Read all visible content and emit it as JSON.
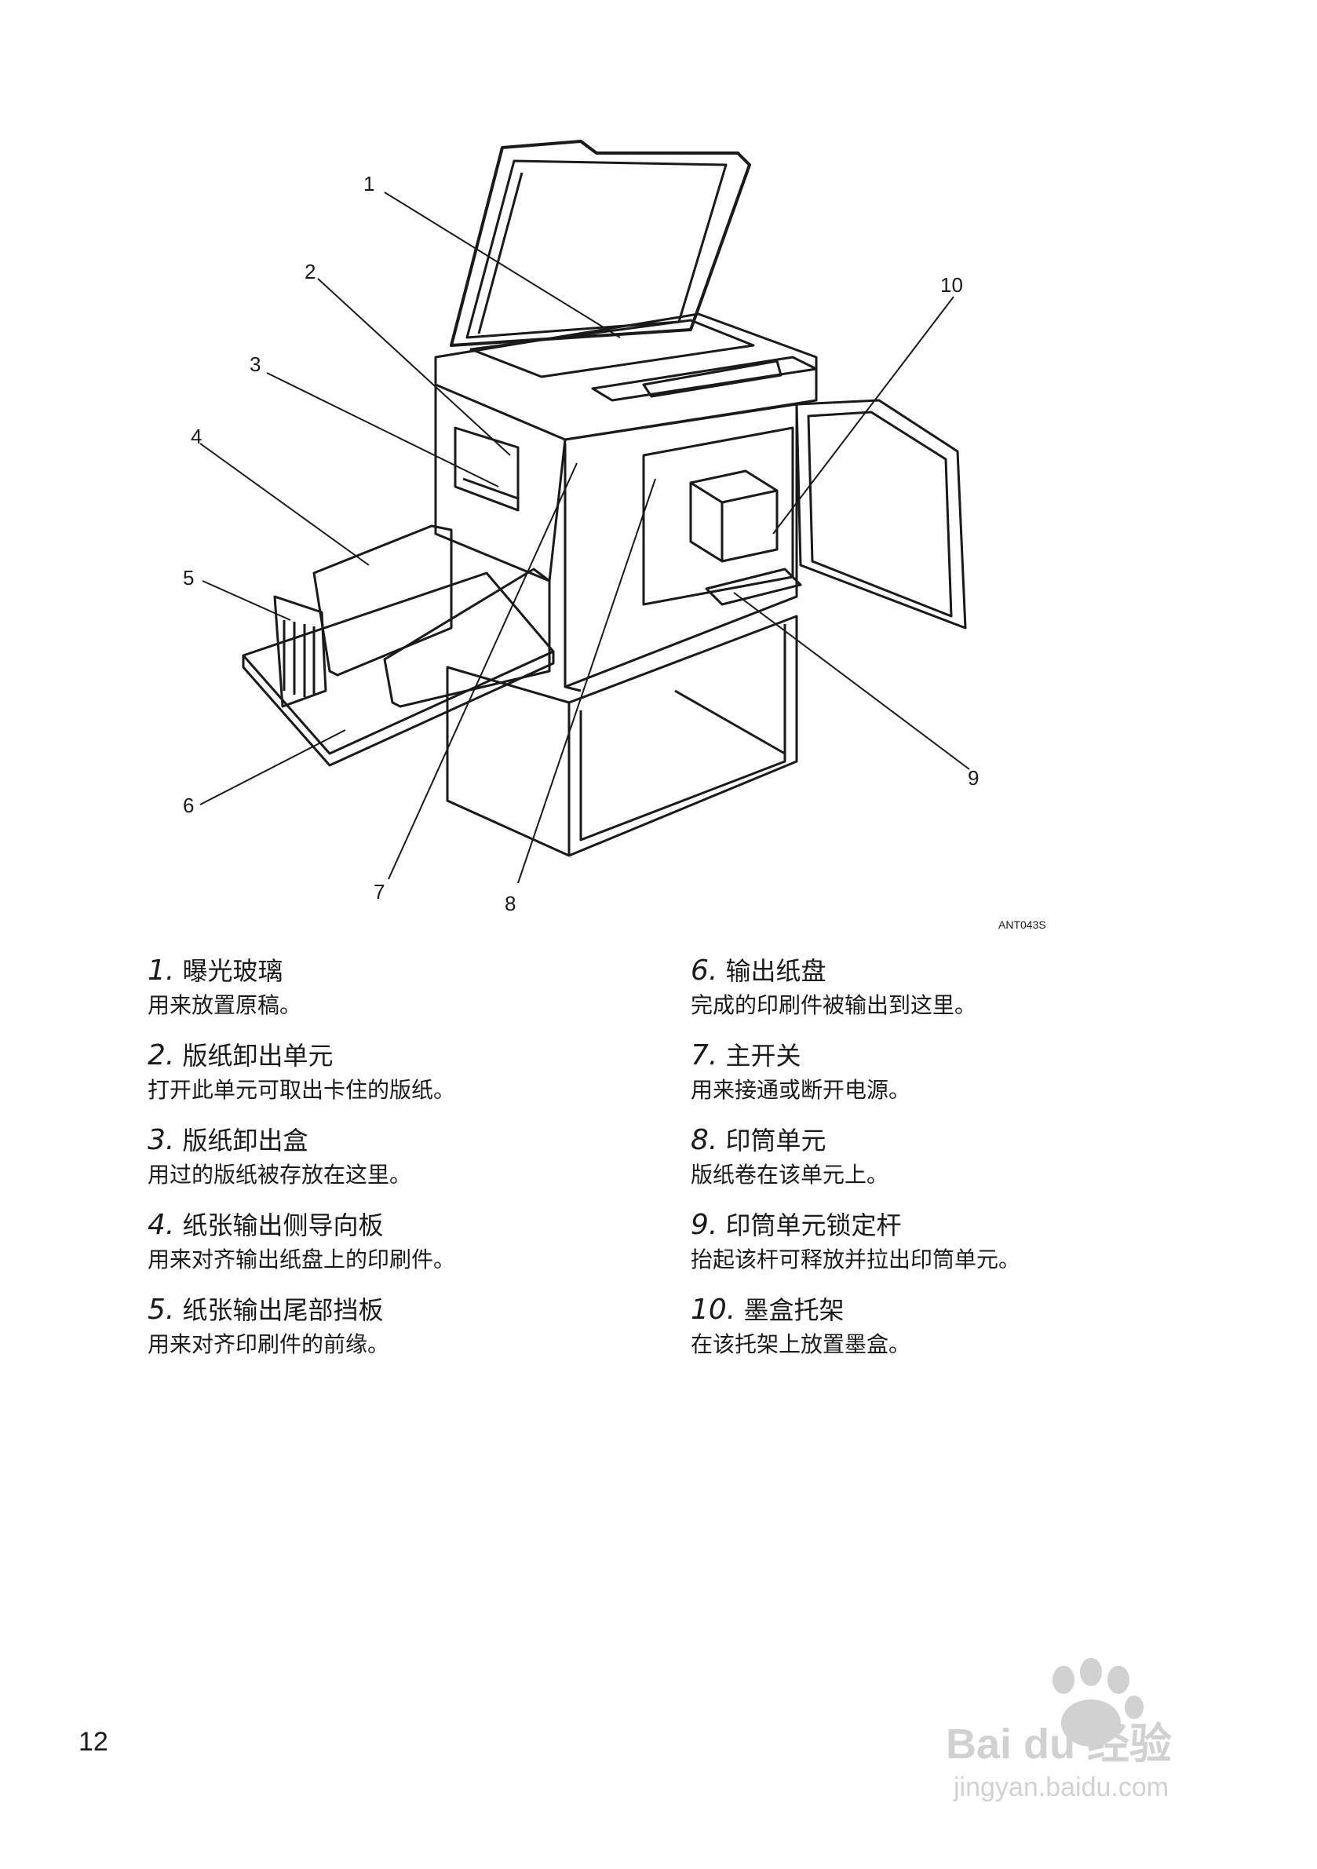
{
  "figure": {
    "callouts": [
      "1",
      "2",
      "3",
      "4",
      "5",
      "6",
      "7",
      "8",
      "9",
      "10"
    ],
    "figure_id": "ANT043S"
  },
  "items_left": [
    {
      "num": "1.",
      "title": "曝光玻璃",
      "desc": "用来放置原稿。"
    },
    {
      "num": "2.",
      "title": "版纸卸出单元",
      "desc": "打开此单元可取出卡住的版纸。"
    },
    {
      "num": "3.",
      "title": "版纸卸出盒",
      "desc": "用过的版纸被存放在这里。"
    },
    {
      "num": "4.",
      "title": "纸张输出侧导向板",
      "desc": "用来对齐输出纸盘上的印刷件。"
    },
    {
      "num": "5.",
      "title": "纸张输出尾部挡板",
      "desc": "用来对齐印刷件的前缘。"
    }
  ],
  "items_right": [
    {
      "num": "6.",
      "title": "输出纸盘",
      "desc": "完成的印刷件被输出到这里。"
    },
    {
      "num": "7.",
      "title": "主开关",
      "desc": "用来接通或断开电源。"
    },
    {
      "num": "8.",
      "title": "印筒单元",
      "desc": "版纸卷在该单元上。"
    },
    {
      "num": "9.",
      "title": "印筒单元锁定杆",
      "desc": "抬起该杆可释放并拉出印筒单元。"
    },
    {
      "num": "10.",
      "title": "墨盒托架",
      "desc": "在该托架上放置墨盒。"
    }
  ],
  "page_number": "12",
  "watermark": {
    "brand": "Bai du 经验",
    "url": "jingyan.baidu.com"
  }
}
